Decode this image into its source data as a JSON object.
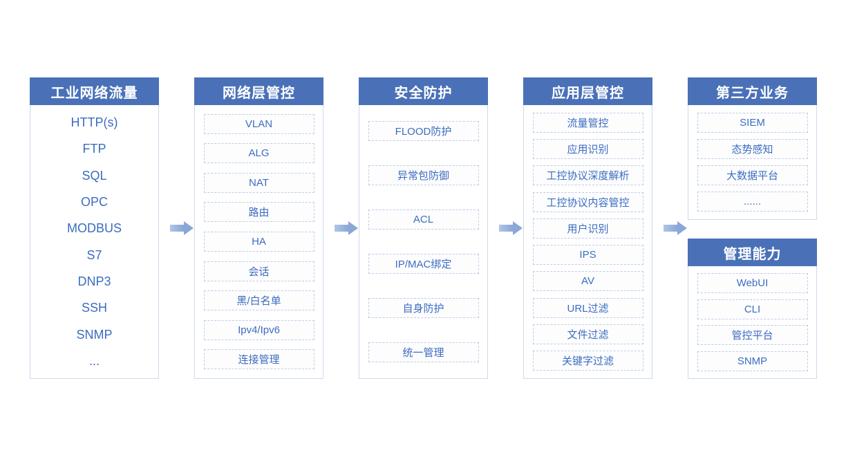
{
  "diagram": {
    "columns": [
      {
        "title": "工业网络流量",
        "items": [
          "HTTP(s)",
          "FTP",
          "SQL",
          "OPC",
          "MODBUS",
          "S7",
          "DNP3",
          "SSH",
          "SNMP",
          "..."
        ]
      },
      {
        "title": "网络层管控",
        "items": [
          "VLAN",
          "ALG",
          "NAT",
          "路由",
          "HA",
          "会话",
          "黑/白名单",
          "Ipv4/Ipv6",
          "连接管理"
        ]
      },
      {
        "title": "安全防护",
        "items": [
          "FLOOD防护",
          "异常包防御",
          "ACL",
          "IP/MAC绑定",
          "自身防护",
          "统一管理"
        ]
      },
      {
        "title": "应用层管控",
        "items": [
          "流量管控",
          "应用识别",
          "工控协议深度解析",
          "工控协议内容管控",
          "用户识别",
          "IPS",
          "AV",
          "URL过滤",
          "文件过滤",
          "关键字过滤"
        ]
      }
    ],
    "right": {
      "top": {
        "title": "第三方业务",
        "items": [
          "SIEM",
          "态势感知",
          "大数据平台",
          "......"
        ]
      },
      "bottom": {
        "title": "管理能力",
        "items": [
          "WebUI",
          "CLI",
          "管控平台",
          "SNMP"
        ]
      }
    },
    "colors": {
      "header_bg": "#4a71b8",
      "item_text": "#3b6cc0",
      "dashed_border": "#bccbe6",
      "column_border": "#cdd9ec",
      "arrow": "#8aa7d6"
    }
  }
}
